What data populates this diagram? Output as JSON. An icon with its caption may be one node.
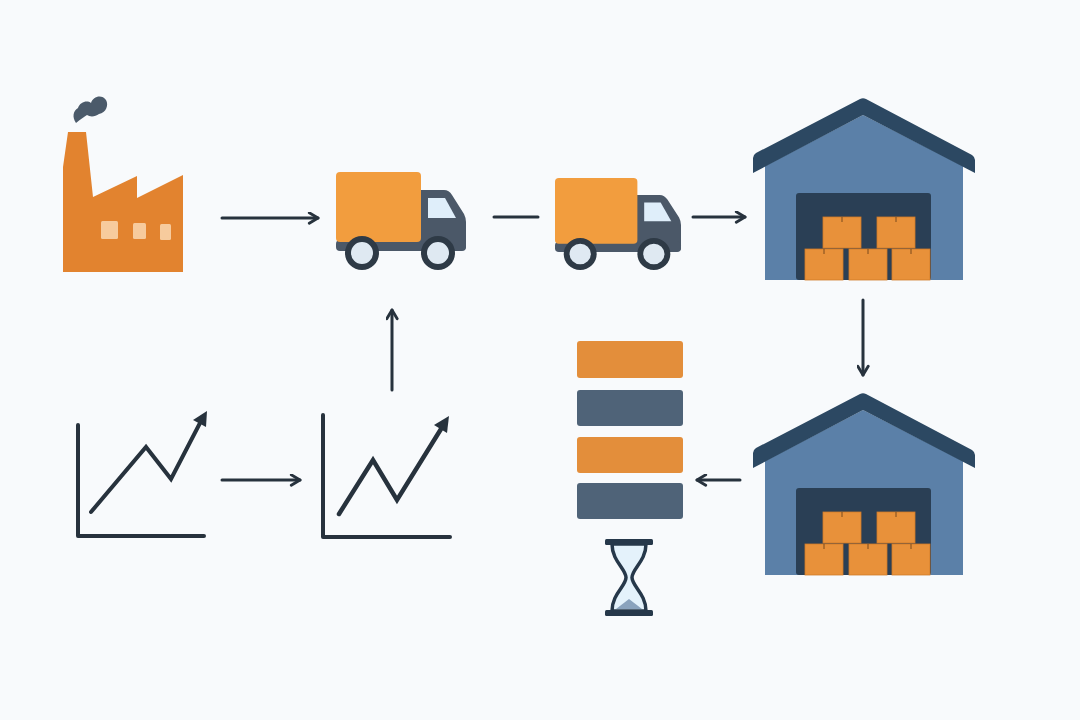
{
  "diagram": {
    "nodes": [
      {
        "text": [],
        "shape": "picture"
      },
      {
        "text": [],
        "shape": "picture"
      },
      {
        "text": [],
        "shape": "picture"
      },
      {
        "text": [],
        "shape": "picture"
      },
      {
        "text": [],
        "shape": "picture"
      },
      {
        "text": [],
        "shape": "picture"
      },
      {
        "text": [],
        "shape": "picture"
      },
      {
        "text": [],
        "shape": "picture"
      }
    ],
    "edges": [
      {
        "from": 0,
        "to": 1,
        "arrow": "to"
      },
      {
        "from": 1,
        "to": 2,
        "arrow": "none"
      },
      {
        "from": 2,
        "to": 3,
        "arrow": "to"
      },
      {
        "from": 3,
        "to": 7,
        "arrow": "to"
      },
      {
        "from": 7,
        "to": 6,
        "arrow": "to"
      },
      {
        "from": 4,
        "to": 5,
        "arrow": "to"
      },
      {
        "from": 5,
        "to": 1,
        "arrow": "to"
      }
    ]
  }
}
